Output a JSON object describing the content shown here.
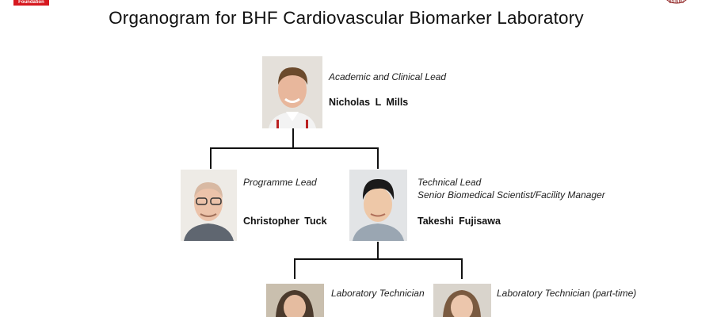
{
  "title": "Organogram for BHF Cardiovascular Biomarker Laboratory",
  "logo_left": {
    "text": "Foundation",
    "color": "#d6181f"
  },
  "seal_right": {
    "text": "EDINBU",
    "color": "#8b1a1a"
  },
  "people": {
    "lead": {
      "role": "Academic and Clinical Lead",
      "role2": "",
      "name": "Nicholas L Mills"
    },
    "programme": {
      "role": "Programme Lead",
      "role2": "",
      "name": "Christopher Tuck"
    },
    "technical": {
      "role": "Technical Lead",
      "role2": "Senior Biomedical Scientist/Facility Manager",
      "name": "Takeshi Fujisawa"
    },
    "tech1": {
      "role": "Laboratory Technician",
      "role2": "",
      "name": ""
    },
    "tech2": {
      "role": "Laboratory Technician (part-time)",
      "role2": "",
      "name": ""
    }
  }
}
